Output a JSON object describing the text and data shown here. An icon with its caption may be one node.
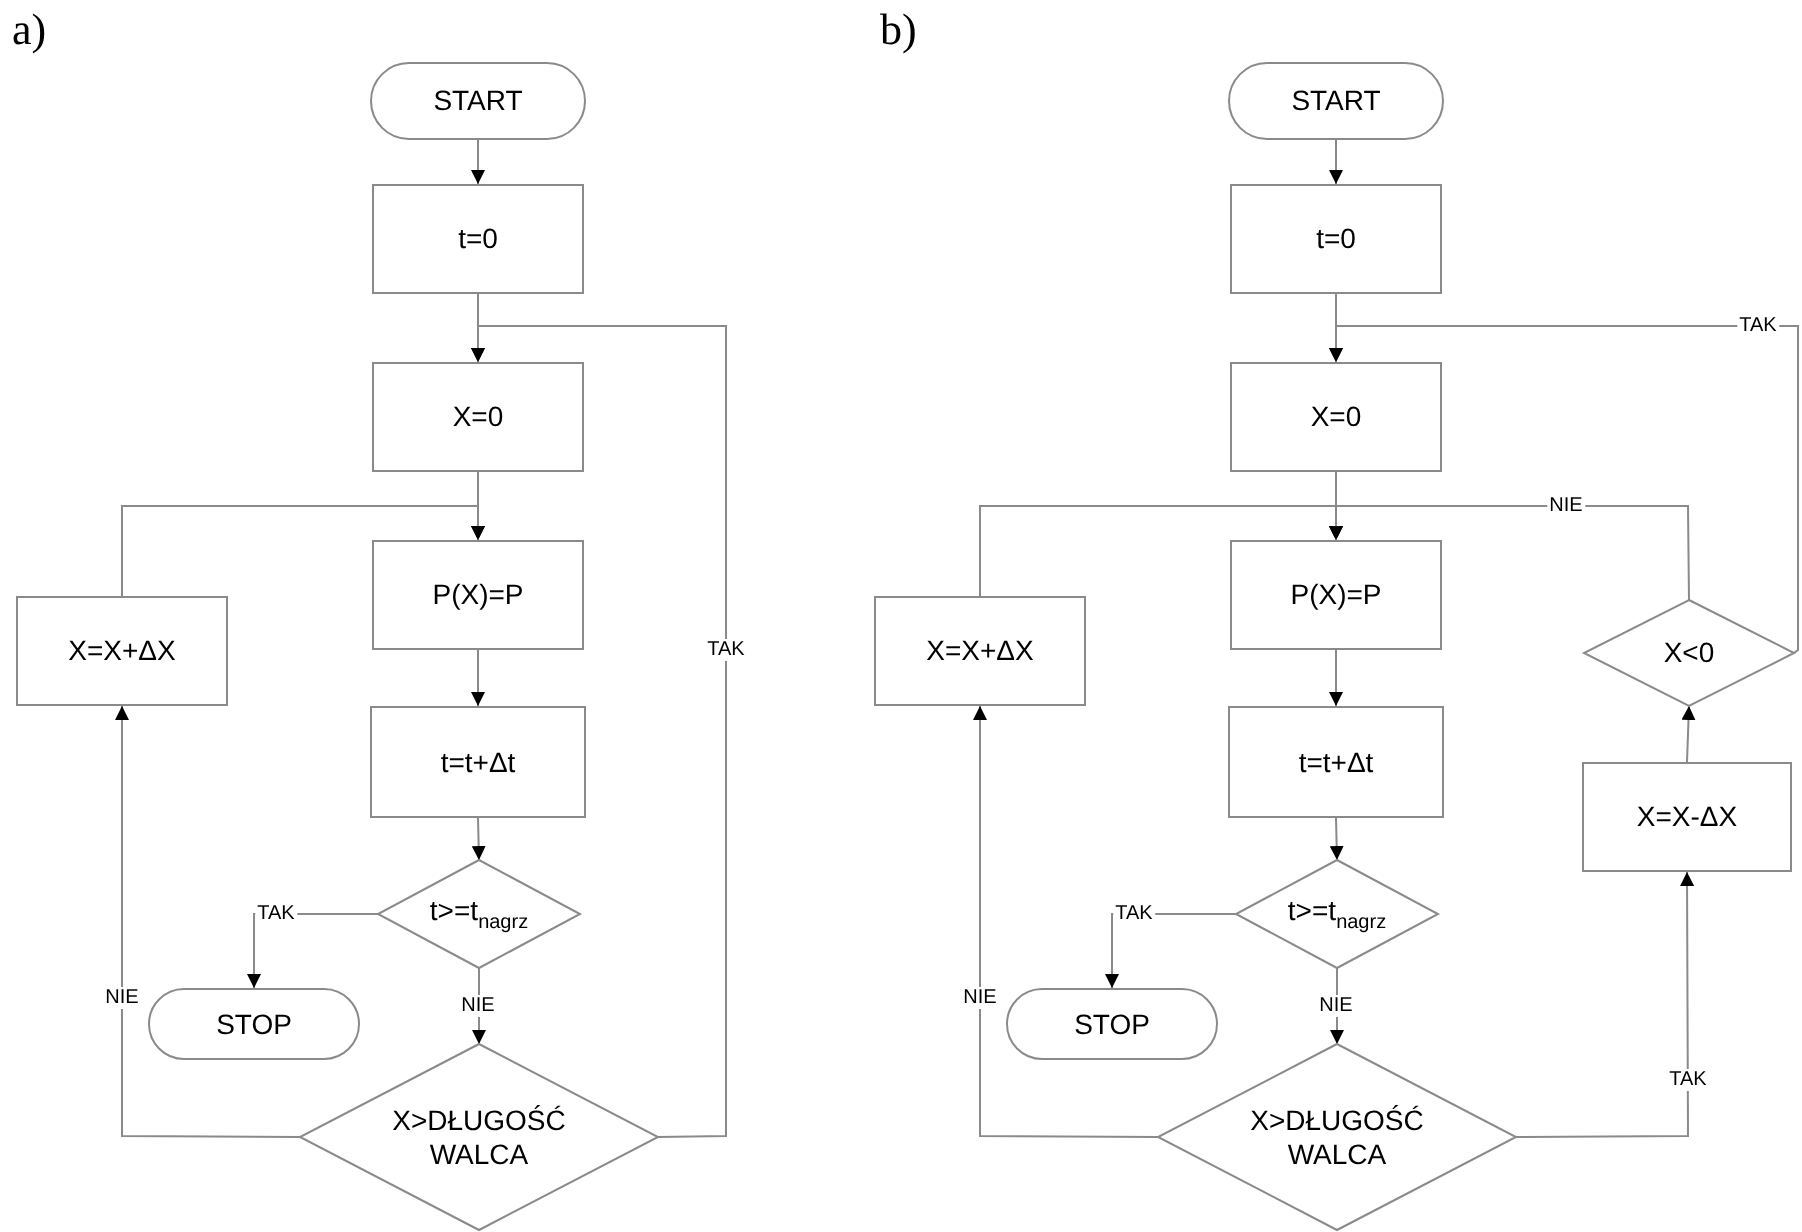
{
  "diagram": {
    "nodes": [
      {
        "text": [
          "START"
        ]
      },
      {
        "text": [
          "t=0"
        ]
      },
      {
        "text": [
          "X=0"
        ]
      },
      {
        "text": [
          "P(X)=P"
        ]
      },
      {
        "text": [
          "X=X+ΔX"
        ]
      },
      {
        "text": [
          "t=t+Δt"
        ]
      },
      {
        "text": [
          "t>=t$_{nagrz}$"
        ]
      },
      {
        "text": [
          "STOP"
        ]
      },
      {
        "text": [
          "X>DŁUGOŚĆ WALCA"
        ]
      },
      {
        "text": [
          "START"
        ]
      },
      {
        "text": [
          "t=0"
        ]
      },
      {
        "text": [
          "X=0"
        ]
      },
      {
        "text": [
          "P(X)=P"
        ]
      },
      {
        "text": [
          "X=X+ΔX"
        ]
      },
      {
        "text": [
          "X<0"
        ]
      },
      {
        "text": [
          "t=t+Δt"
        ]
      },
      {
        "text": [
          "t>=t$_{nagrz}$"
        ]
      },
      {
        "text": [
          "STOP"
        ]
      },
      {
        "text": [
          "X=X-ΔX"
        ]
      },
      {
        "text": [
          "X>DŁUGOŚĆ WALCA"
        ]
      }
    ],
    "edges": [
      {
        "from": 0,
        "to": 1,
        "arrow": "to"
      },
      {
        "from": 1,
        "to": 2,
        "arrow": "to"
      },
      {
        "from": 2,
        "to": 3,
        "arrow": "to"
      },
      {
        "from": 3,
        "to": 5,
        "arrow": "to"
      },
      {
        "from": 5,
        "to": 6,
        "arrow": "to"
      },
      {
        "from": 6,
        "to": 7,
        "arrow": "to",
        "label": "TAK"
      },
      {
        "from": 6,
        "to": 8,
        "arrow": "to",
        "label": "NIE"
      },
      {
        "from": 8,
        "to": 4,
        "arrow": "to",
        "label": "NIE"
      },
      {
        "from": 4,
        "to": 3,
        "arrow": "to"
      },
      {
        "from": 8,
        "to": 2,
        "arrow": "to",
        "label": "TAK"
      },
      {
        "from": 9,
        "to": 10,
        "arrow": "to"
      },
      {
        "from": 10,
        "to": 11,
        "arrow": "to"
      },
      {
        "from": 11,
        "to": 12,
        "arrow": "to"
      },
      {
        "from": 12,
        "to": 15,
        "arrow": "to"
      },
      {
        "from": 15,
        "to": 16,
        "arrow": "to"
      },
      {
        "from": 16,
        "to": 17,
        "arrow": "to",
        "label": "TAK"
      },
      {
        "from": 16,
        "to": 19,
        "arrow": "to",
        "label": "NIE"
      },
      {
        "from": 19,
        "to": 13,
        "arrow": "to",
        "label": "NIE"
      },
      {
        "from": 13,
        "to": 12,
        "arrow": "to"
      },
      {
        "from": 19,
        "to": 18,
        "arrow": "to",
        "label": "TAK"
      },
      {
        "from": 18,
        "to": 14,
        "arrow": "to"
      },
      {
        "from": 14,
        "to": 12,
        "arrow": "to",
        "label": "NIE"
      },
      {
        "from": 14,
        "to": 11,
        "arrow": "to",
        "label": "TAK"
      }
    ],
    "labels": [
      "a)",
      "b)"
    ]
  }
}
